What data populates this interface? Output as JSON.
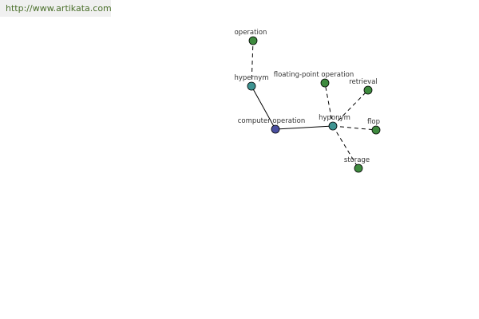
{
  "header": {
    "url": "http://www.artikata.com"
  },
  "colors": {
    "root": "#4a4fa0",
    "relation": "#3e9492",
    "term": "#3e8a3e",
    "url_text": "#4a6f2a"
  },
  "graph": {
    "nodes": [
      {
        "id": "computer-operation",
        "label": "computer operation",
        "kind": "root"
      },
      {
        "id": "hypernym",
        "label": "hypernym",
        "kind": "relation"
      },
      {
        "id": "operation",
        "label": "operation",
        "kind": "term"
      },
      {
        "id": "hyponym",
        "label": "hyponym",
        "kind": "relation"
      },
      {
        "id": "floating-point-operation",
        "label": "floating-point operation",
        "kind": "term"
      },
      {
        "id": "retrieval",
        "label": "retrieval",
        "kind": "term"
      },
      {
        "id": "flop",
        "label": "flop",
        "kind": "term"
      },
      {
        "id": "storage",
        "label": "storage",
        "kind": "term"
      }
    ],
    "edges": [
      {
        "from": "computer-operation",
        "to": "hypernym",
        "style": "solid"
      },
      {
        "from": "computer-operation",
        "to": "hyponym",
        "style": "solid"
      },
      {
        "from": "hypernym",
        "to": "operation",
        "style": "dashed"
      },
      {
        "from": "hyponym",
        "to": "floating-point-operation",
        "style": "dashed"
      },
      {
        "from": "hyponym",
        "to": "retrieval",
        "style": "dashed"
      },
      {
        "from": "hyponym",
        "to": "flop",
        "style": "dashed"
      },
      {
        "from": "hyponym",
        "to": "storage",
        "style": "dashed"
      }
    ]
  }
}
